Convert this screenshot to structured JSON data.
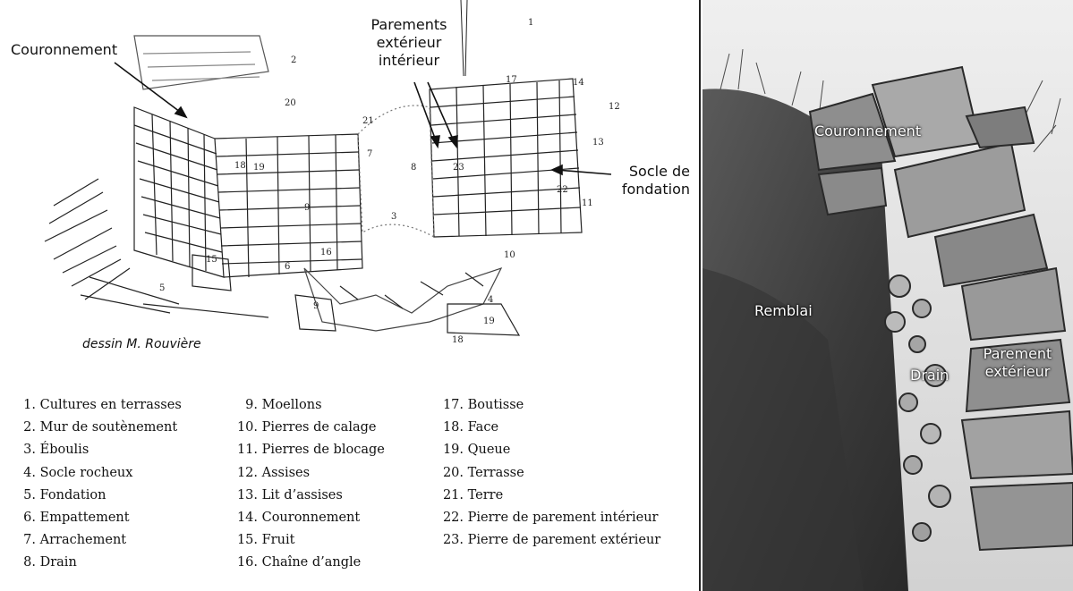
{
  "drawing": {
    "labels": {
      "couronnement": "Couronnement",
      "parements_line1": "Parements",
      "parements_line2": "extérieur",
      "parements_line3": "intérieur",
      "socle_line1": "Socle de",
      "socle_line2": "fondation"
    },
    "credit": "dessin M. Rouvière",
    "sketch_numbers": [
      "1",
      "2",
      "20",
      "21",
      "17",
      "14",
      "12",
      "13",
      "18",
      "19",
      "7",
      "8",
      "23",
      "9",
      "3",
      "22",
      "11",
      "10",
      "15",
      "6",
      "5",
      "4",
      "9",
      "19",
      "18",
      "16"
    ]
  },
  "legend": {
    "col1": [
      {
        "num": "1.",
        "text": "Cultures en terrasses"
      },
      {
        "num": "2.",
        "text": "Mur de soutènement"
      },
      {
        "num": "3.",
        "text": "Éboulis"
      },
      {
        "num": "4.",
        "text": "Socle rocheux"
      },
      {
        "num": "5.",
        "text": "Fondation"
      },
      {
        "num": "6.",
        "text": "Empattement"
      },
      {
        "num": "7.",
        "text": "Arrachement"
      },
      {
        "num": "8.",
        "text": "Drain"
      }
    ],
    "col2": [
      {
        "num": "9.",
        "text": "Moellons"
      },
      {
        "num": "10.",
        "text": "Pierres de calage"
      },
      {
        "num": "11.",
        "text": "Pierres de blocage"
      },
      {
        "num": "12.",
        "text": "Assises"
      },
      {
        "num": "13.",
        "text": "Lit d’assises"
      },
      {
        "num": "14.",
        "text": "Couronnement"
      },
      {
        "num": "15.",
        "text": "Fruit"
      },
      {
        "num": "16.",
        "text": "Chaîne d’angle"
      }
    ],
    "col3": [
      {
        "num": "17.",
        "text": "Boutisse"
      },
      {
        "num": "18.",
        "text": "Face"
      },
      {
        "num": "19.",
        "text": "Queue"
      },
      {
        "num": "20.",
        "text": "Terrasse"
      },
      {
        "num": "21.",
        "text": "Terre"
      },
      {
        "num": "22.",
        "text": "Pierre de parement intérieur"
      },
      {
        "num": "23.",
        "text": "Pierre de parement extérieur"
      }
    ]
  },
  "photo": {
    "labels": {
      "couronnement": "Couronnement",
      "remblai": "Remblai",
      "drain": "Drain",
      "parement_line1": "Parement",
      "parement_line2": "extérieur"
    }
  },
  "colors": {
    "ink": "#111111",
    "photo_sky": "#e4e4e4",
    "photo_soil": "#4a4a4a",
    "photo_stone": "#9a9a9a"
  }
}
